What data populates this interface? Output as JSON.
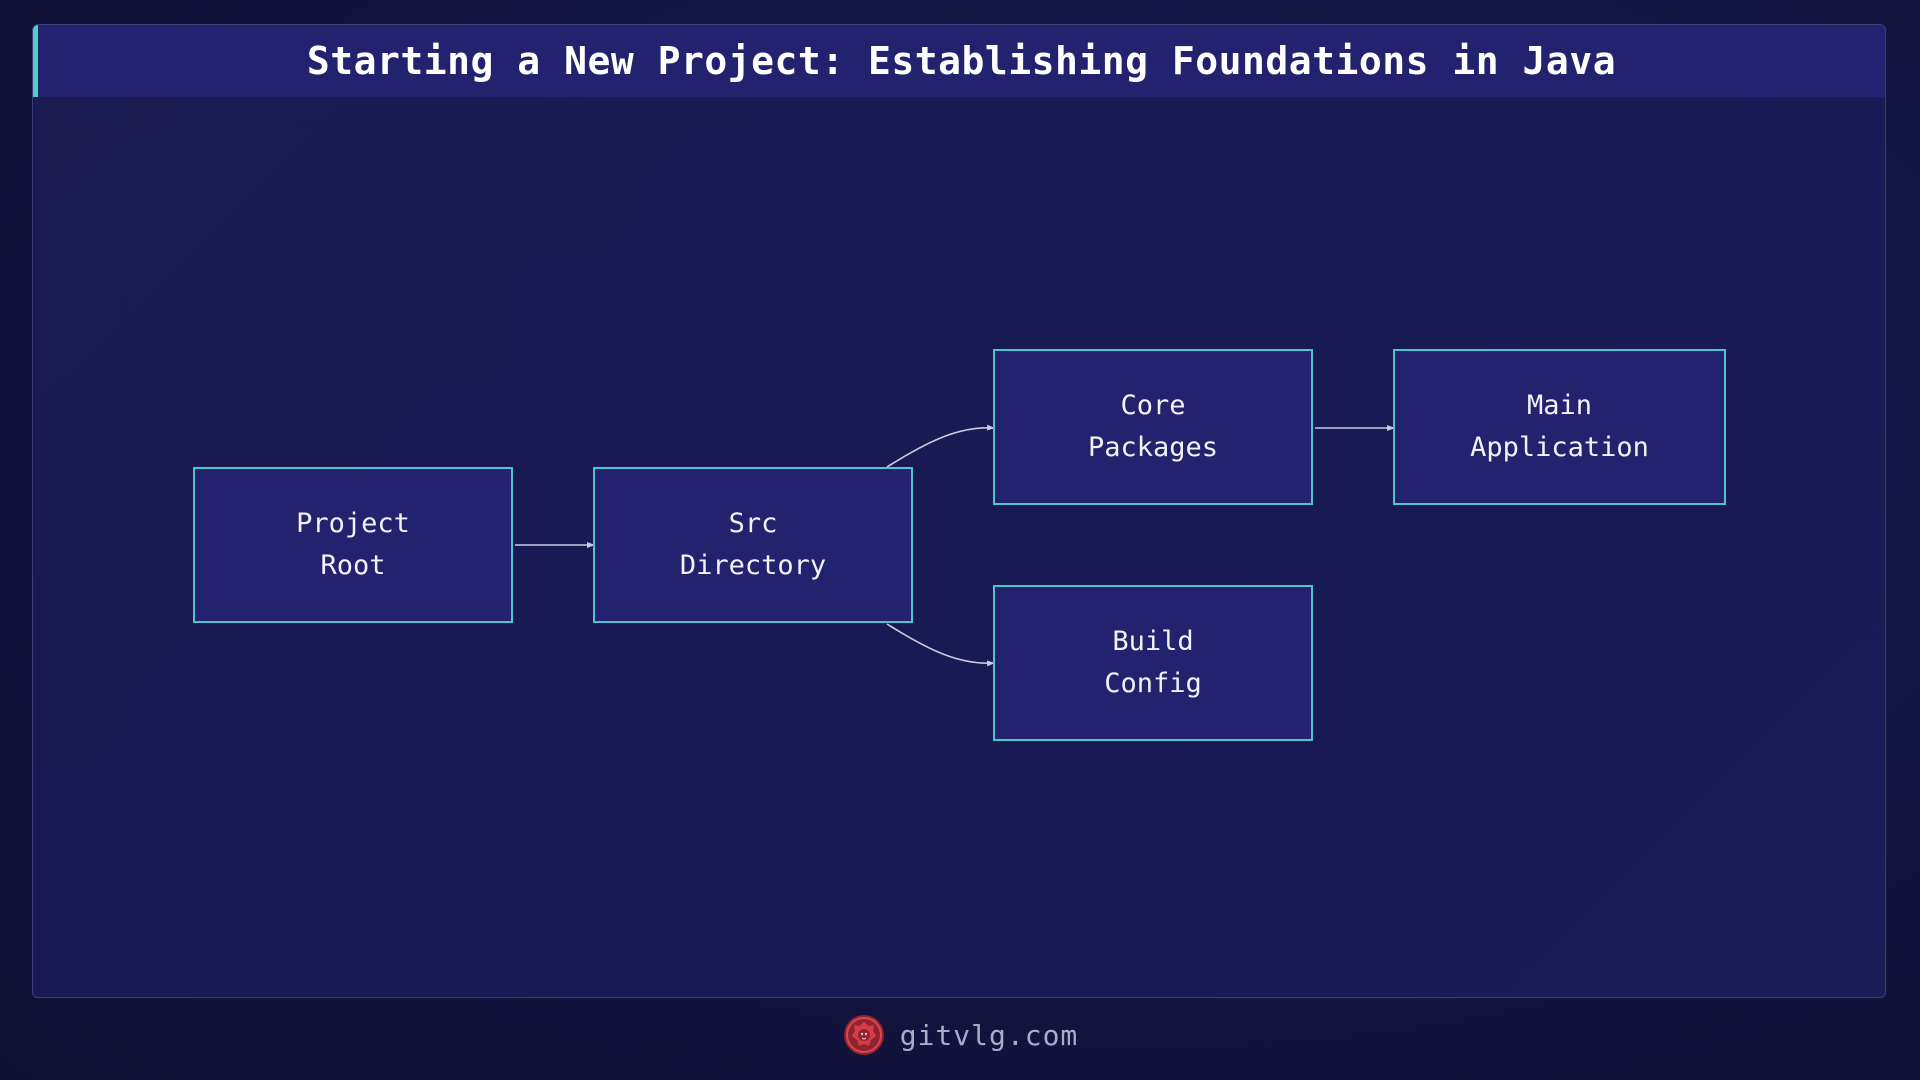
{
  "title": "Starting a New Project: Establishing Foundations in Java",
  "nodes": {
    "project_root": "Project\nRoot",
    "src_directory": "Src\nDirectory",
    "core_packages": "Core\nPackages",
    "main_application": "Main\nApplication",
    "build_config": "Build\nConfig"
  },
  "edges": [
    {
      "from": "Project Root",
      "to": "Src Directory"
    },
    {
      "from": "Src Directory",
      "to": "Core Packages"
    },
    {
      "from": "Src Directory",
      "to": "Build Config"
    },
    {
      "from": "Core Packages",
      "to": "Main Application"
    }
  ],
  "footer": {
    "brand": "gitvlg.com",
    "logo_icon": "lion-logo-icon"
  },
  "colors": {
    "background": "#12143f",
    "panel": "#1b1b52",
    "title_bar": "#22226f",
    "accent": "#4fd1c5",
    "node_fill": "#22226f",
    "node_border": "#4fc3cf",
    "arrow": "#c8cadf",
    "logo": "#c0392b"
  }
}
